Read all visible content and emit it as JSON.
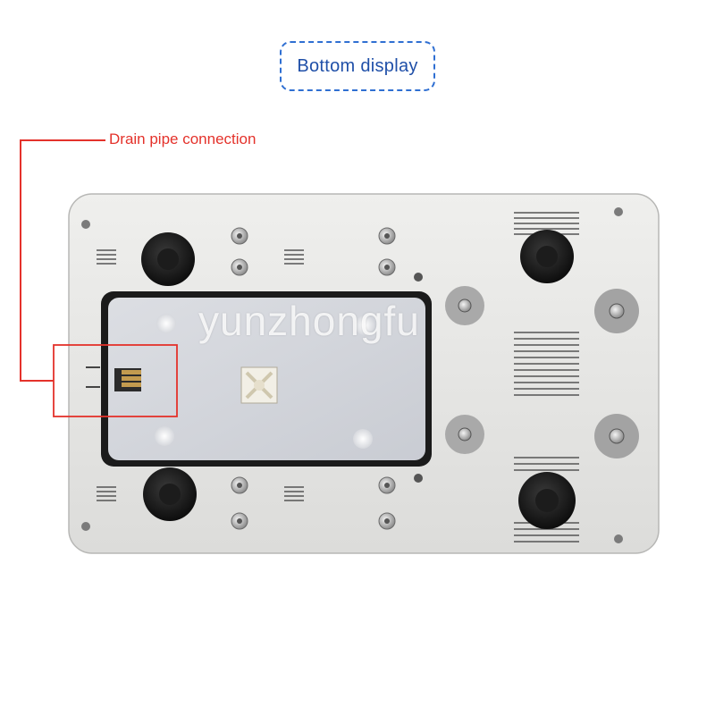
{
  "header": {
    "title": "Bottom display"
  },
  "callout": {
    "label": "Drain pipe connection",
    "color": "#e4322b"
  },
  "watermark": {
    "text": "yunzhongfu"
  },
  "colors": {
    "device_body": "#e8e8e6",
    "tray": "#d4d6dc",
    "accent_blue": "#2f6fd2"
  }
}
